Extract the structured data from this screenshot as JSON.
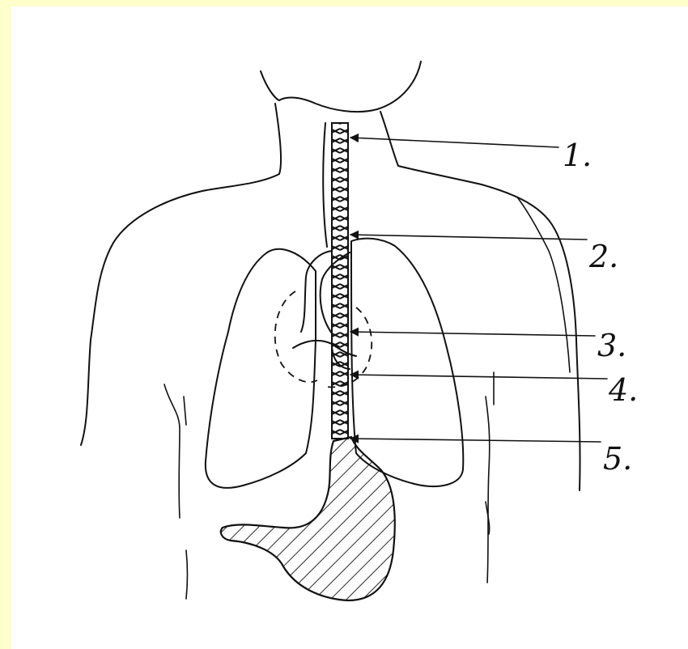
{
  "diagram": {
    "labels": [
      "1.",
      "2.",
      "3.",
      "4.",
      "5."
    ]
  },
  "colors": {
    "page_background": "#ffffcc",
    "canvas": "#ffffff",
    "ink": "#111111"
  }
}
